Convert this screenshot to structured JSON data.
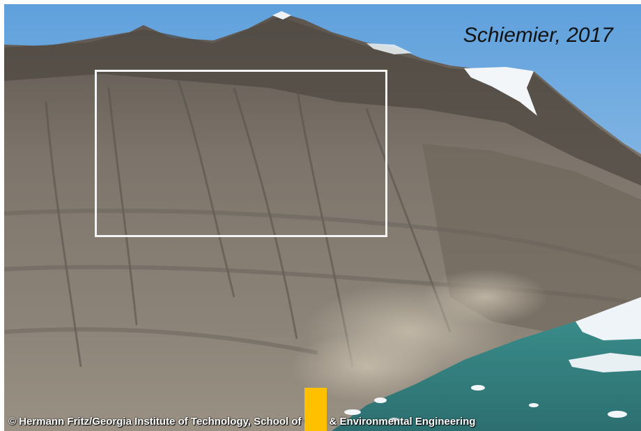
{
  "photo": {
    "subject": "mountain-slope-fjord-photo",
    "citation": "Schiemier, 2017",
    "credit": "© Hermann Fritz/Georgia Institute of Technology, School of Civil & Environmental Engineering"
  },
  "colors": {
    "sky": "#8ebde6",
    "rock": "#7d756b",
    "water": "#3f8a86",
    "ice": "#f2f6f8",
    "marker": "#ffc000",
    "highlight": "#f4f4f4"
  }
}
